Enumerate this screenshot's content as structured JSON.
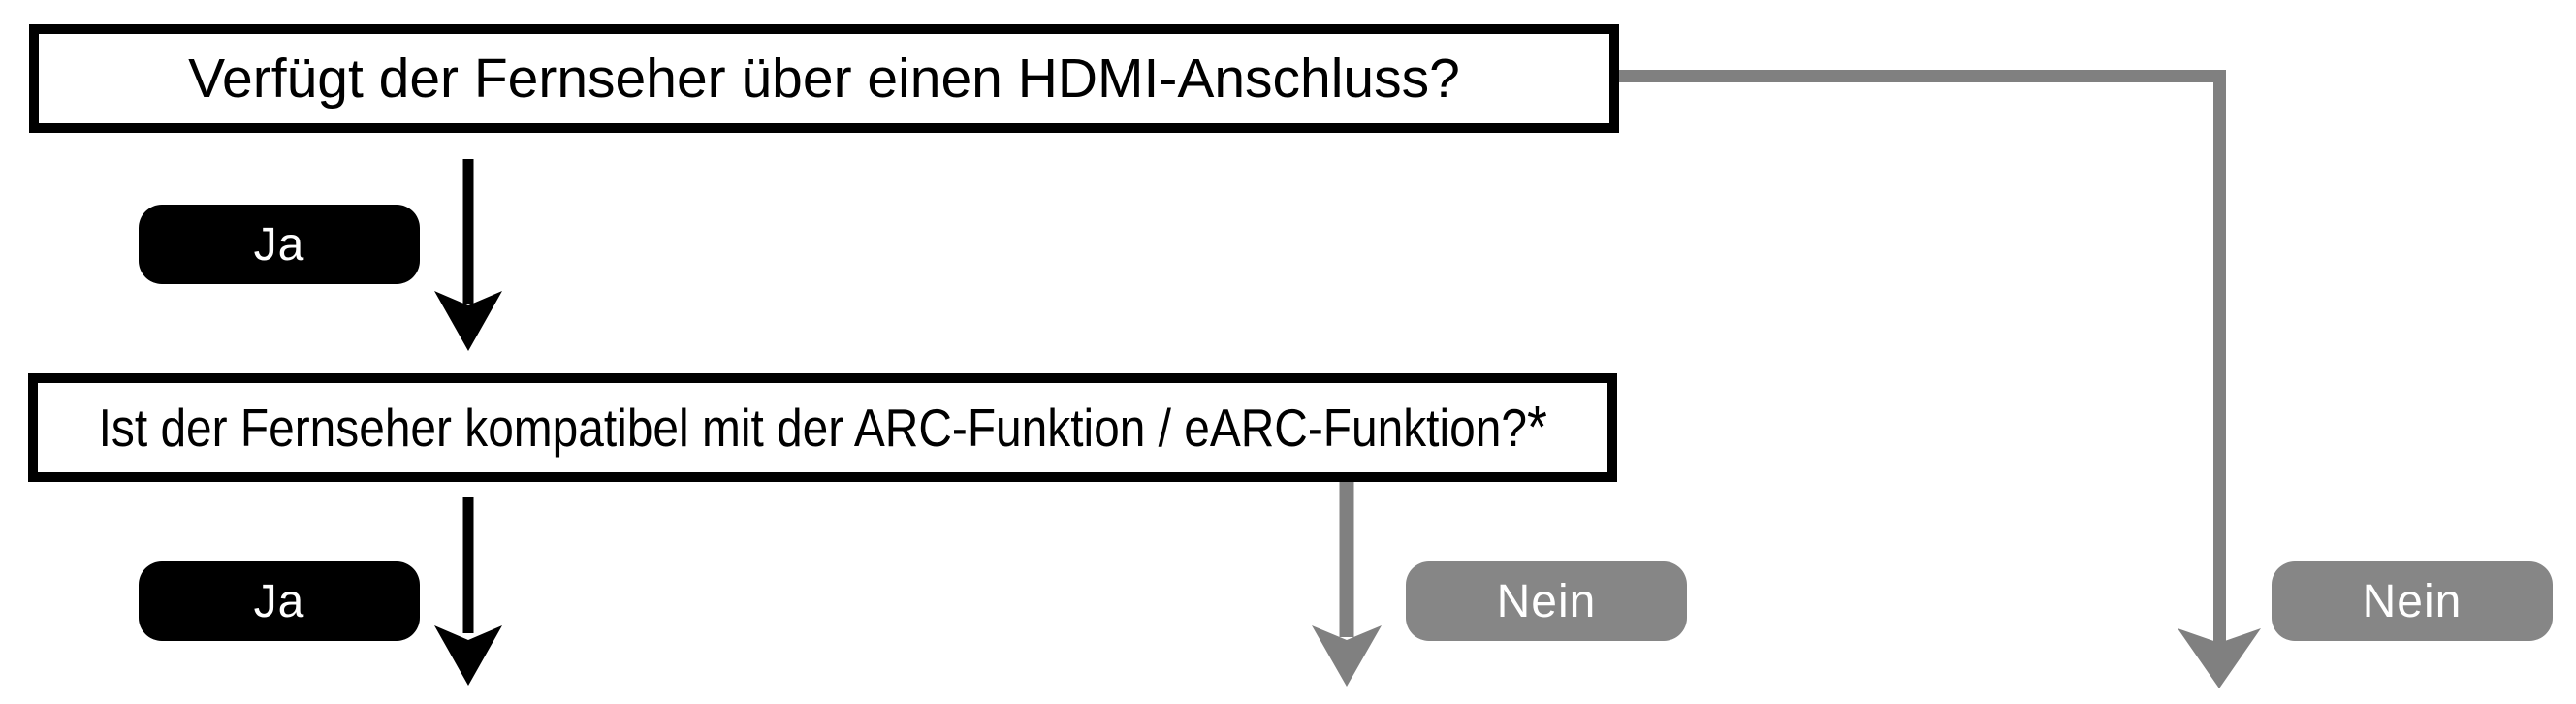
{
  "flowchart": {
    "question1": "Verfügt der Fernseher über einen HDMI-Anschluss?",
    "question2": "Ist der Fernseher kompatibel mit der ARC-Funktion / eARC-Funktion?",
    "question2_footnote_marker": "*",
    "labels": {
      "yes": "Ja",
      "no": "Nein"
    },
    "colors": {
      "box_border_black": "#000000",
      "badge_black": "#000000",
      "badge_gray": "#868686",
      "connector_gray": "#808080",
      "text_white": "#ffffff",
      "text_black": "#000000",
      "background": "#ffffff"
    }
  }
}
